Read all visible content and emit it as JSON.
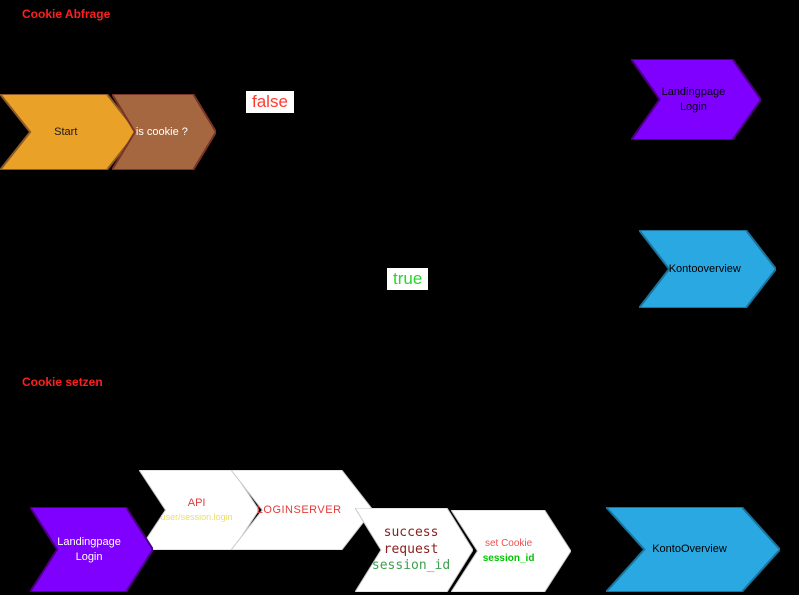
{
  "headings": {
    "top": "Cookie Abfrage",
    "bottom": "Cookie setzen"
  },
  "tags": {
    "false_label": "false",
    "true_label": "true"
  },
  "nodes": {
    "start": {
      "label": "Start"
    },
    "is_cookie": {
      "label": "is cookie ?"
    },
    "landingpage_top": {
      "line1": "Landingpage",
      "line2": "Login"
    },
    "kontooverview_right": {
      "label": "Kontooverview"
    },
    "landingpage_bottom": {
      "line1": "Landingpage",
      "line2": "Login"
    },
    "api": {
      "title": "API",
      "endpoint": "user/session.login"
    },
    "loginserver": {
      "label": "LOGINSERVER"
    },
    "success": {
      "line1": "success",
      "line2": "request",
      "line3": "session_id"
    },
    "set_cookie": {
      "line1": "set Cookie",
      "line2": "session_id"
    },
    "kontooverview_bottom": {
      "label": "KontoOverview"
    }
  },
  "colors": {
    "background": "#000000",
    "orange": "#E9A127",
    "brown": "#A5673F",
    "purple": "#8000FF",
    "blue": "#29A8E2",
    "white_node": "#FFFFFF",
    "heading_red": "#FF1F1F",
    "false_red": "#FF3B30",
    "true_green": "#2BD42B",
    "api_yellow": "#E8E06A",
    "success_dark_red": "#8B1E1E",
    "session_green": "#3FA04F",
    "cookie_green": "#00C400"
  }
}
